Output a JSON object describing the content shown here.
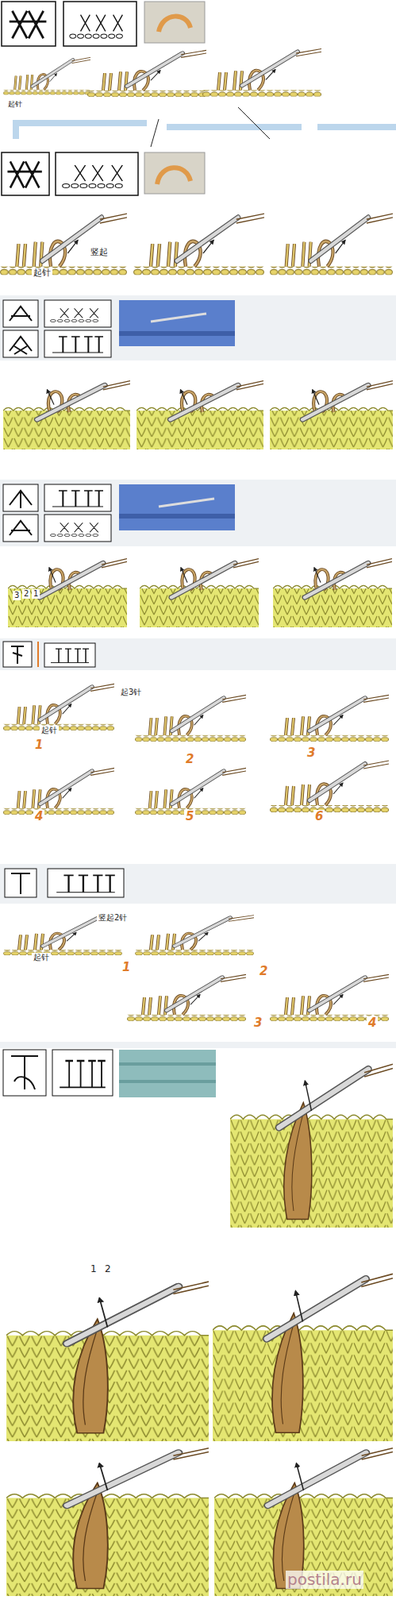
{
  "diagram": {
    "labels": [
      "起针",
      "竖起",
      "起针",
      "3",
      "2",
      "1",
      "起3针",
      "起针",
      "1",
      "2",
      "3",
      "4",
      "5",
      "6",
      "竖起2针",
      "起针",
      "1",
      "2",
      "3",
      "4",
      "1",
      "2",
      "postila.ru"
    ]
  }
}
